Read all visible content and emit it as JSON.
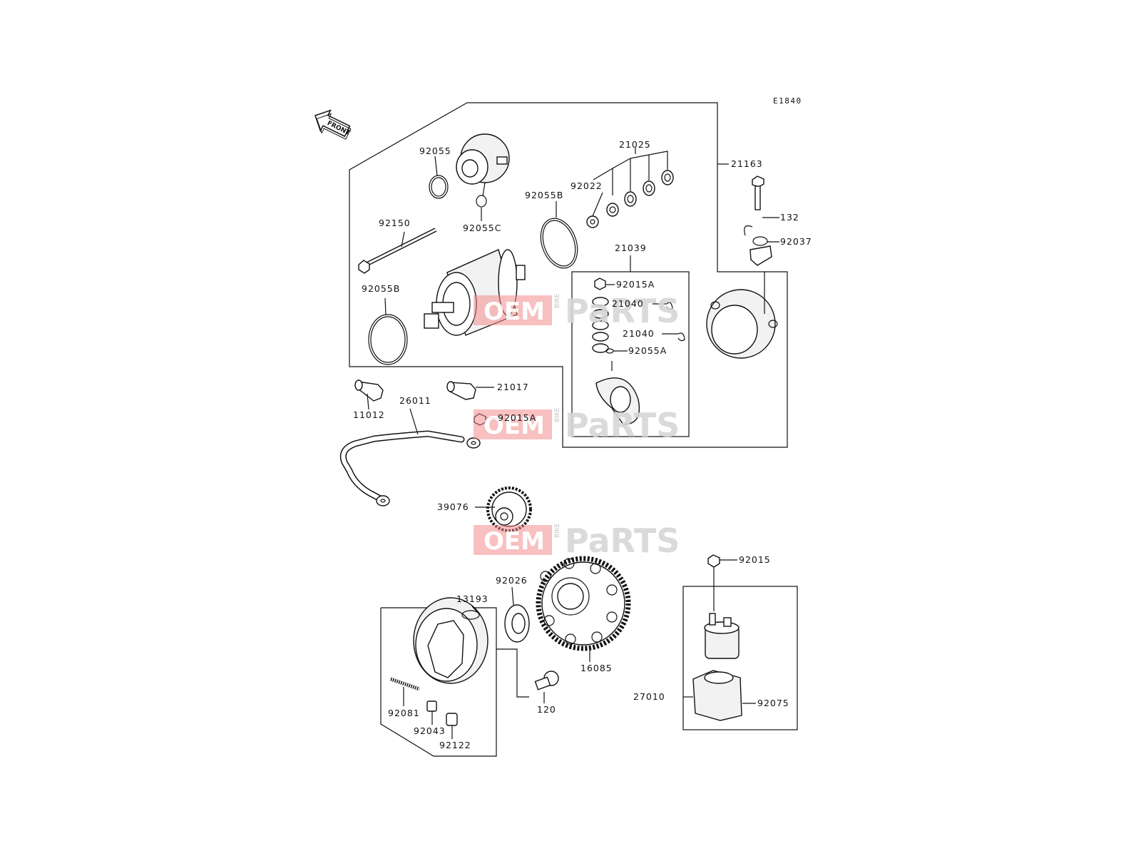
{
  "diagram_code": "E1840",
  "front_label": "FRONT",
  "watermark": {
    "oem": "OEM",
    "bike": "BIKE",
    "parts": "PaRTS"
  },
  "labels": {
    "l92055": "92055",
    "l92055C": "92055C",
    "l92150": "92150",
    "l92055B_a": "92055B",
    "l92055B_b": "92055B",
    "l21025": "21025",
    "l92022": "92022",
    "l21163": "21163",
    "l132": "132",
    "l92037": "92037",
    "l21039": "21039",
    "l92015A_a": "92015A",
    "l21040_a": "21040",
    "l21040_b": "21040",
    "l92055A": "92055A",
    "l21017": "21017",
    "l11012": "11012",
    "l26011": "26011",
    "l92015A_b": "92015A",
    "l39076": "39076",
    "l92015": "92015",
    "l92026": "92026",
    "l13193": "13193",
    "l16085": "16085",
    "l27010": "27010",
    "l92075": "92075",
    "l120": "120",
    "l92081": "92081",
    "l92043": "92043",
    "l92122": "92122"
  }
}
